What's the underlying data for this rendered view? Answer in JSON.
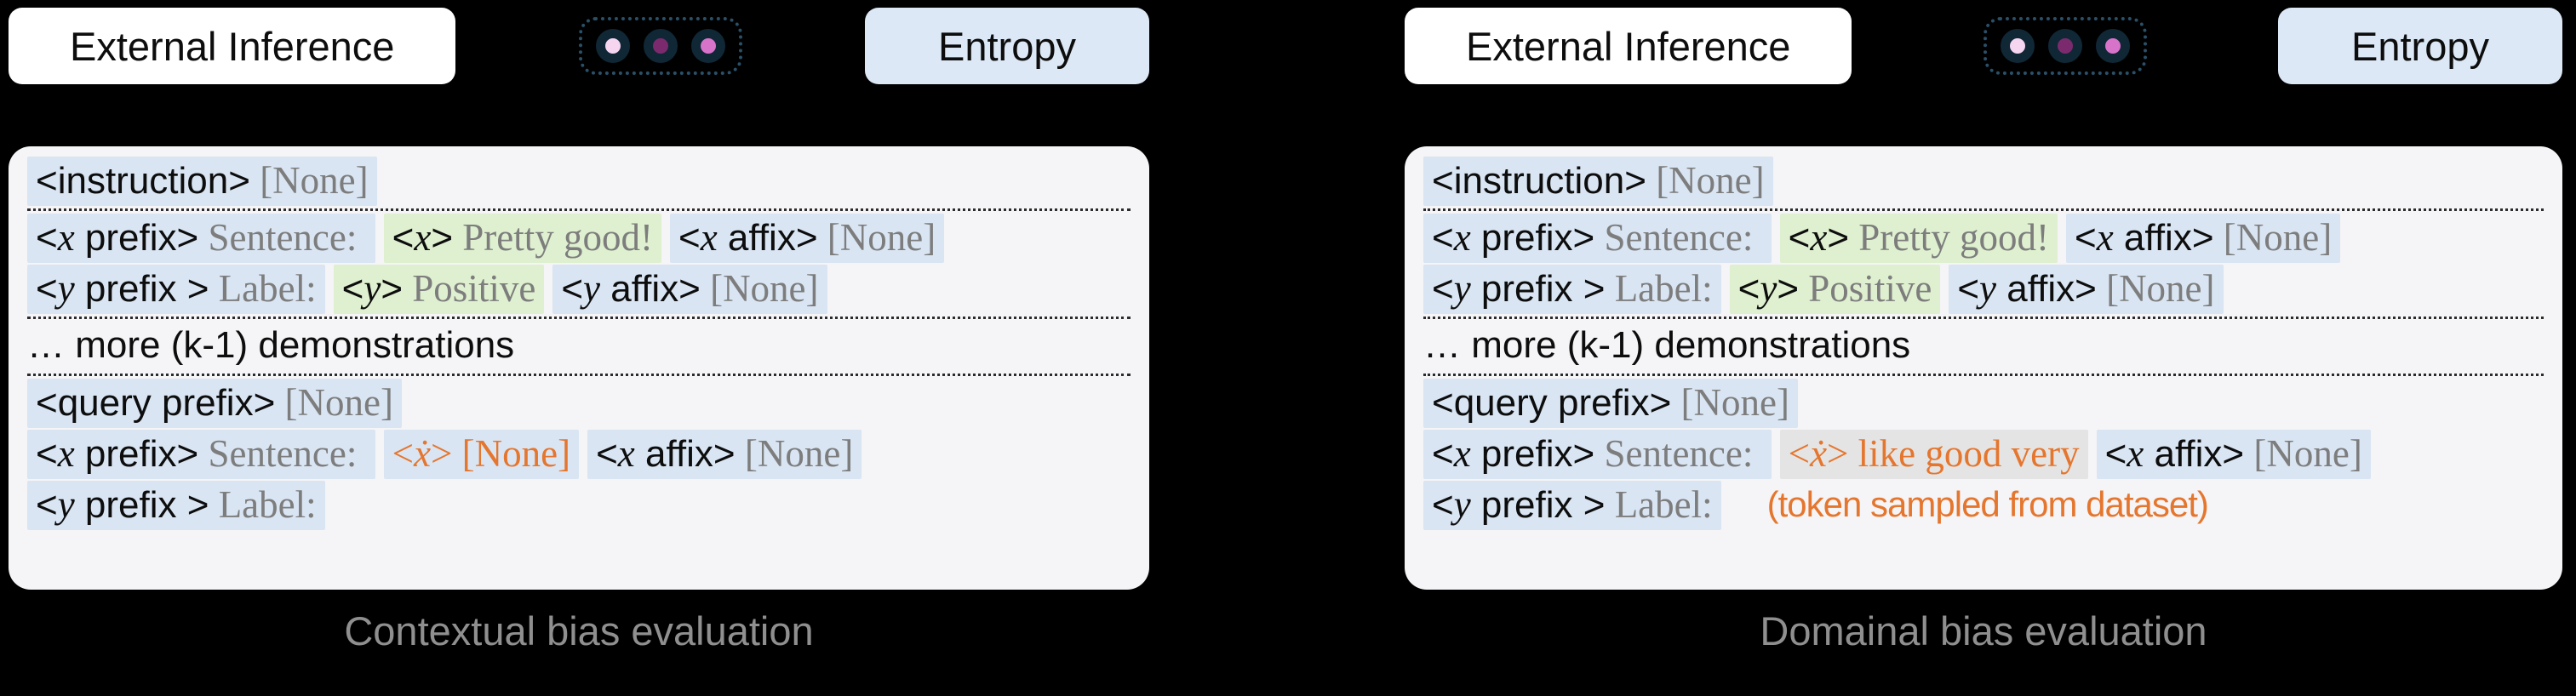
{
  "header": {
    "external_label": "External Inference",
    "entropy_label": "Entropy",
    "circle_colors": [
      "#f5d5ef",
      "#7c2a6e",
      "#d873ca"
    ]
  },
  "colors": {
    "background": "#000000",
    "panel_bg": "#f5f4f6",
    "highlight_blue": "#d9e5f3",
    "highlight_green": "#def0cf",
    "highlight_gray": "#e4e4e4",
    "orange_text": "#e5762e",
    "content_gray_text": "#7d7d7d",
    "black_text": "#0d0d0d",
    "entropy_box_bg": "#dce8f6",
    "external_box_bg": "#ffffff",
    "circle_ring": "#102736",
    "caption_gray": "#8f8f8f"
  },
  "panels": [
    {
      "caption": "Contextual bias evaluation",
      "rows": [
        {
          "segments": [
            {
              "bg": "blue",
              "runs": [
                [
                  "k",
                  "<instruction>"
                ],
                [
                  "c",
                  " [None]"
                ]
              ]
            }
          ]
        },
        {
          "sep": true
        },
        {
          "segments": [
            {
              "bg": "blue",
              "runs": [
                [
                  "k",
                  "<"
                ],
                [
                  "v",
                  "x"
                ],
                [
                  "k",
                  " prefix>"
                ],
                [
                  "c",
                  " Sentence: "
                ]
              ]
            },
            {
              "bg": "green",
              "runs": [
                [
                  "k",
                  "<"
                ],
                [
                  "v",
                  "x"
                ],
                [
                  "k",
                  ">"
                ],
                [
                  "c",
                  " Pretty good!"
                ]
              ]
            },
            {
              "bg": "blue",
              "runs": [
                [
                  "k",
                  "<"
                ],
                [
                  "v",
                  "x"
                ],
                [
                  "k",
                  " affix>"
                ],
                [
                  "c",
                  " [None]"
                ]
              ]
            }
          ]
        },
        {
          "segments": [
            {
              "bg": "blue",
              "runs": [
                [
                  "k",
                  "<"
                ],
                [
                  "v",
                  "y"
                ],
                [
                  "k",
                  " prefix >"
                ],
                [
                  "c",
                  " Label:"
                ]
              ]
            },
            {
              "bg": "green",
              "runs": [
                [
                  "k",
                  "<"
                ],
                [
                  "v",
                  "y"
                ],
                [
                  "k",
                  ">"
                ],
                [
                  "c",
                  " Positive"
                ]
              ]
            },
            {
              "bg": "blue",
              "runs": [
                [
                  "k",
                  "<"
                ],
                [
                  "v",
                  "y"
                ],
                [
                  "k",
                  " affix>"
                ],
                [
                  "c",
                  " [None]"
                ]
              ]
            }
          ]
        },
        {
          "sep": true
        },
        {
          "segments": [
            {
              "bg": "none",
              "runs": [
                [
                  "p",
                  "… more (k-1) demonstrations"
                ]
              ]
            }
          ]
        },
        {
          "sep": true
        },
        {
          "segments": [
            {
              "bg": "blue",
              "runs": [
                [
                  "k",
                  "<query prefix>"
                ],
                [
                  "c",
                  " [None]"
                ]
              ]
            }
          ]
        },
        {
          "segments": [
            {
              "bg": "blue",
              "runs": [
                [
                  "k",
                  "<"
                ],
                [
                  "v",
                  "x"
                ],
                [
                  "k",
                  " prefix>"
                ],
                [
                  "c",
                  " Sentence: "
                ]
              ]
            },
            {
              "bg": "blue",
              "runs": [
                [
                  "o",
                  "<"
                ],
                [
                  "ov",
                  "ẋ"
                ],
                [
                  "o",
                  "> [None]"
                ]
              ]
            },
            {
              "bg": "blue",
              "runs": [
                [
                  "k",
                  "<"
                ],
                [
                  "v",
                  "x"
                ],
                [
                  "k",
                  " affix>"
                ],
                [
                  "c",
                  " [None]"
                ]
              ]
            }
          ]
        },
        {
          "segments": [
            {
              "bg": "blue",
              "runs": [
                [
                  "k",
                  "<"
                ],
                [
                  "v",
                  "y"
                ],
                [
                  "k",
                  " prefix >"
                ],
                [
                  "c",
                  " Label:"
                ]
              ]
            }
          ]
        }
      ]
    },
    {
      "caption": "Domainal bias evaluation",
      "rows": [
        {
          "segments": [
            {
              "bg": "blue",
              "runs": [
                [
                  "k",
                  "<instruction>"
                ],
                [
                  "c",
                  " [None]"
                ]
              ]
            }
          ]
        },
        {
          "sep": true
        },
        {
          "segments": [
            {
              "bg": "blue",
              "runs": [
                [
                  "k",
                  "<"
                ],
                [
                  "v",
                  "x"
                ],
                [
                  "k",
                  " prefix>"
                ],
                [
                  "c",
                  " Sentence: "
                ]
              ]
            },
            {
              "bg": "green",
              "runs": [
                [
                  "k",
                  "<"
                ],
                [
                  "v",
                  "x"
                ],
                [
                  "k",
                  ">"
                ],
                [
                  "c",
                  " Pretty good!"
                ]
              ]
            },
            {
              "bg": "blue",
              "runs": [
                [
                  "k",
                  "<"
                ],
                [
                  "v",
                  "x"
                ],
                [
                  "k",
                  " affix>"
                ],
                [
                  "c",
                  " [None]"
                ]
              ]
            }
          ]
        },
        {
          "segments": [
            {
              "bg": "blue",
              "runs": [
                [
                  "k",
                  "<"
                ],
                [
                  "v",
                  "y"
                ],
                [
                  "k",
                  " prefix >"
                ],
                [
                  "c",
                  " Label:"
                ]
              ]
            },
            {
              "bg": "green",
              "runs": [
                [
                  "k",
                  "<"
                ],
                [
                  "v",
                  "y"
                ],
                [
                  "k",
                  ">"
                ],
                [
                  "c",
                  " Positive"
                ]
              ]
            },
            {
              "bg": "blue",
              "runs": [
                [
                  "k",
                  "<"
                ],
                [
                  "v",
                  "y"
                ],
                [
                  "k",
                  " affix>"
                ],
                [
                  "c",
                  " [None]"
                ]
              ]
            }
          ]
        },
        {
          "sep": true
        },
        {
          "segments": [
            {
              "bg": "none",
              "runs": [
                [
                  "p",
                  "… more (k-1) demonstrations"
                ]
              ]
            }
          ]
        },
        {
          "sep": true
        },
        {
          "segments": [
            {
              "bg": "blue",
              "runs": [
                [
                  "k",
                  "<query prefix>"
                ],
                [
                  "c",
                  " [None]"
                ]
              ]
            }
          ]
        },
        {
          "segments": [
            {
              "bg": "blue",
              "runs": [
                [
                  "k",
                  "<"
                ],
                [
                  "v",
                  "x"
                ],
                [
                  "k",
                  " prefix>"
                ],
                [
                  "c",
                  " Sentence: "
                ]
              ]
            },
            {
              "bg": "gray",
              "runs": [
                [
                  "o",
                  "<"
                ],
                [
                  "ov",
                  "ẋ"
                ],
                [
                  "o",
                  "> like good very"
                ]
              ]
            },
            {
              "bg": "blue",
              "runs": [
                [
                  "k",
                  "<"
                ],
                [
                  "v",
                  "x"
                ],
                [
                  "k",
                  " affix>"
                ],
                [
                  "c",
                  " [None]"
                ]
              ]
            }
          ]
        },
        {
          "segments": [
            {
              "bg": "blue",
              "runs": [
                [
                  "k",
                  "<"
                ],
                [
                  "v",
                  "y"
                ],
                [
                  "k",
                  " prefix >"
                ],
                [
                  "c",
                  " Label:"
                ]
              ]
            },
            {
              "bg": "none",
              "runs": [
                [
                  "note",
                  "(token sampled from dataset)"
                ]
              ]
            }
          ]
        }
      ]
    }
  ]
}
